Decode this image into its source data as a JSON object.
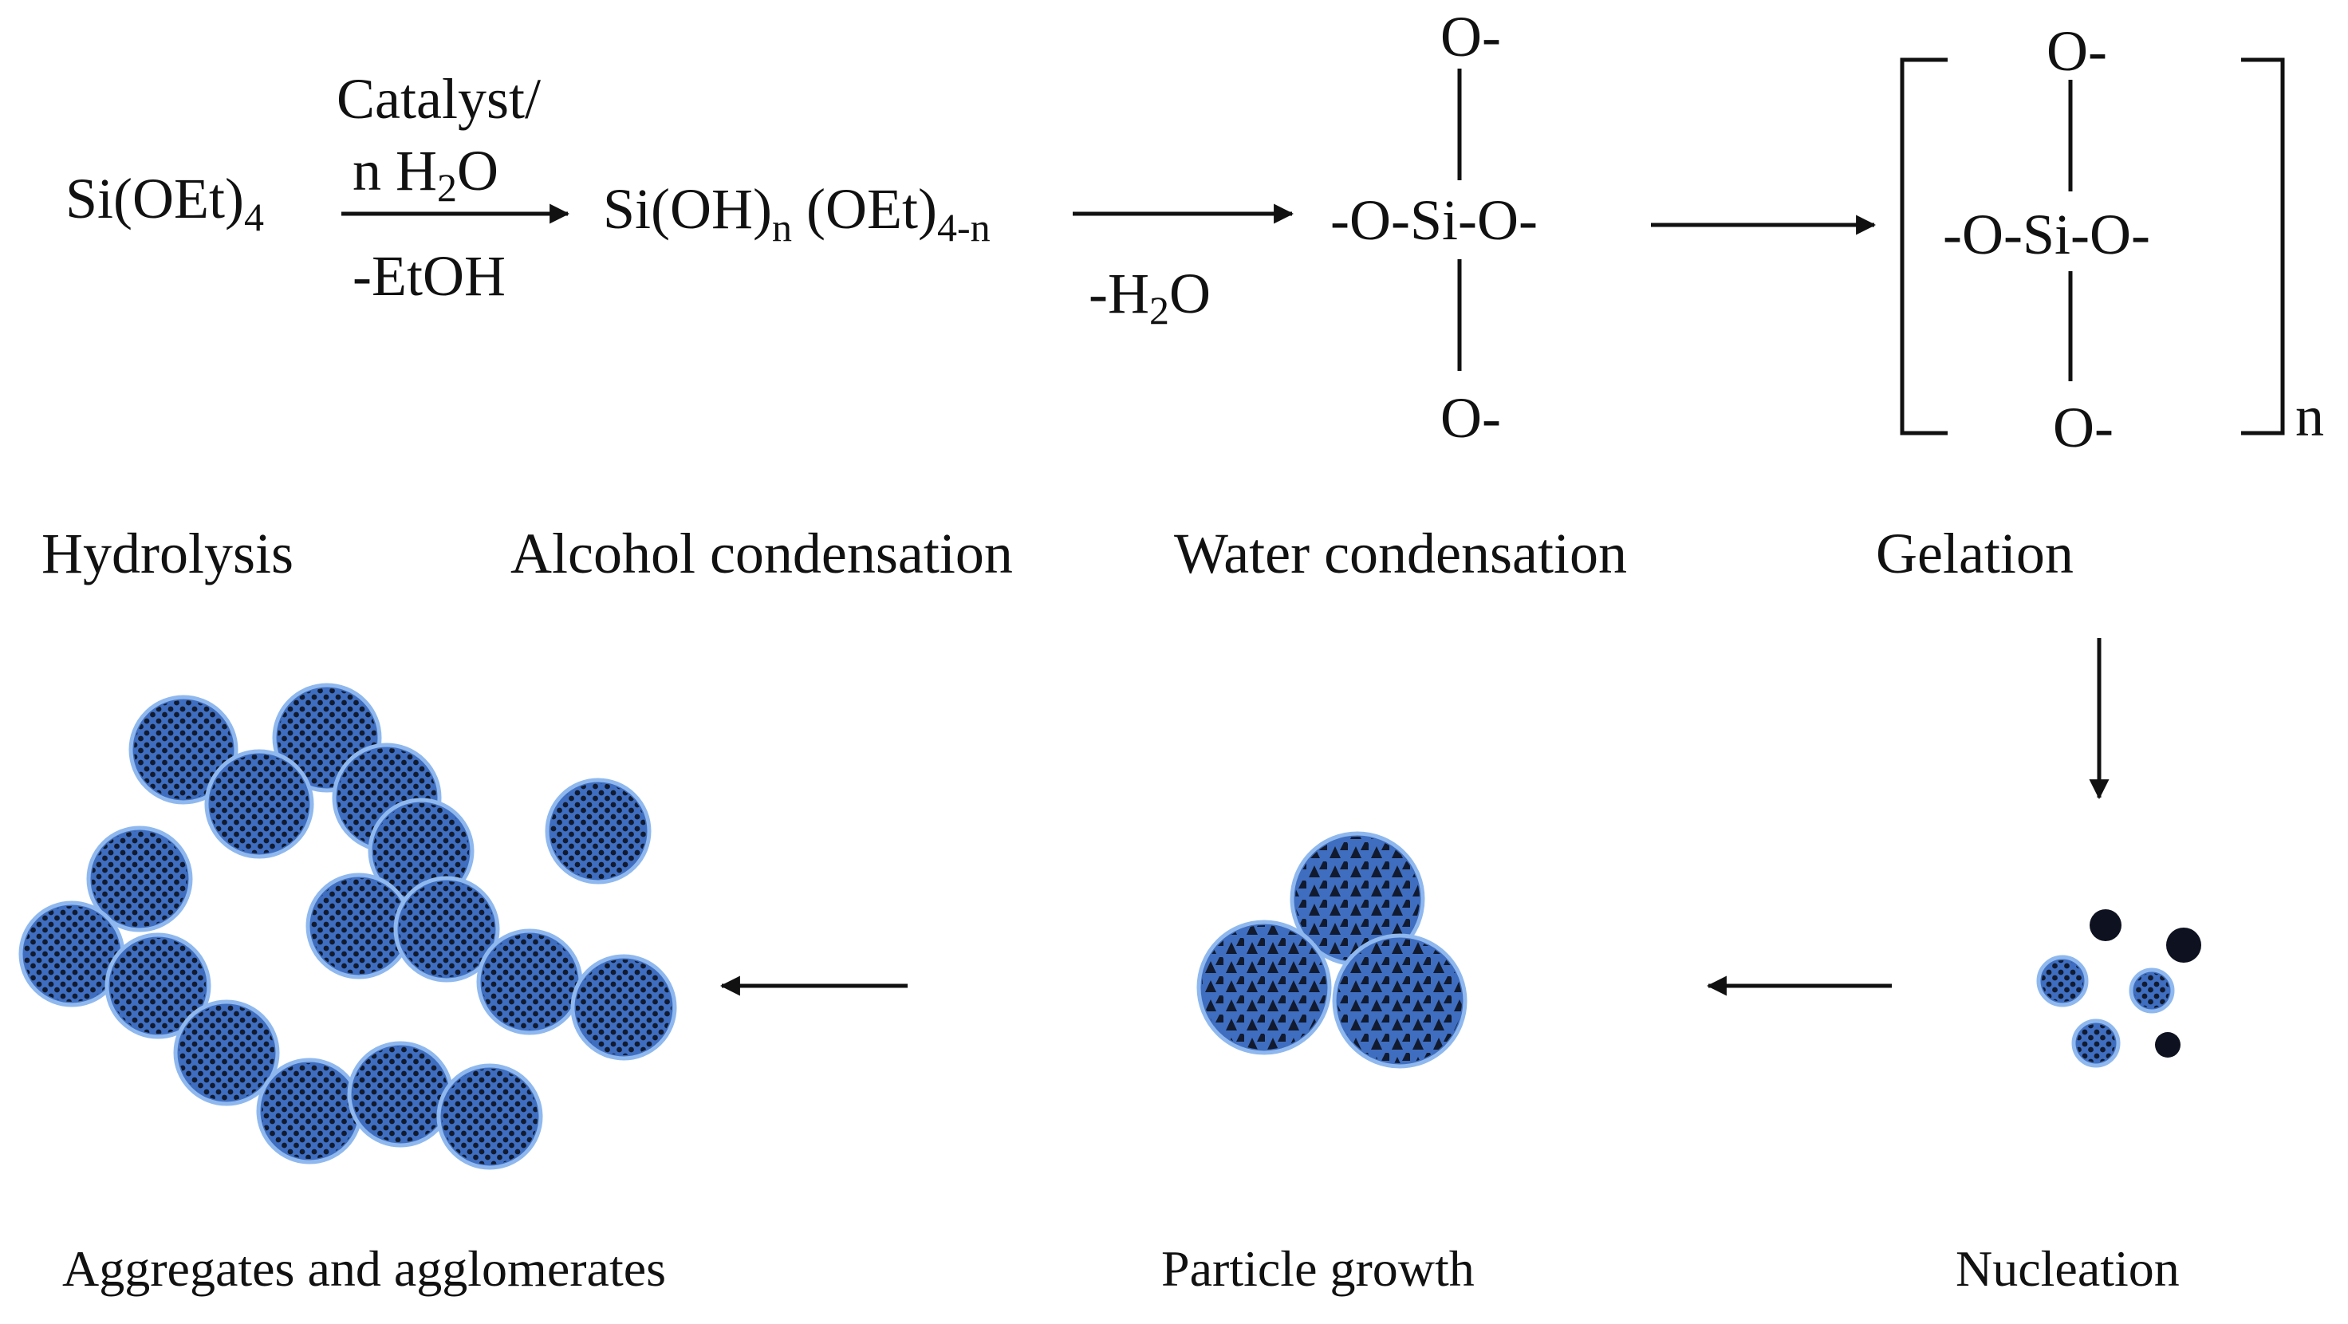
{
  "scheme": {
    "reactant": {
      "main": "Si(OEt)",
      "sub": "4"
    },
    "step1_reagent_top": "Catalyst/",
    "step1_reagent_mid": {
      "pre": "n H",
      "sub": "2",
      "post": "O"
    },
    "step1_reagent_bottom": "-EtOH",
    "intermediate": {
      "a": "Si(OH)",
      "a_sub": "n",
      "b": " (OEt)",
      "b_sub": "4-n"
    },
    "step2_reagent": {
      "pre": "-H",
      "sub": "2",
      "post": "O"
    },
    "monomer": {
      "top": "O-",
      "center": "-O-Si-O-",
      "bottom": "O-"
    },
    "polymer": {
      "top": "O-",
      "center": "-O-Si-O-",
      "bottom": "O-",
      "repeat": "n"
    }
  },
  "stages": {
    "hydrolysis": "Hydrolysis",
    "alcohol_condensation": "Alcohol condensation",
    "water_condensation": "Water condensation",
    "gelation": "Gelation"
  },
  "captions": {
    "aggregates": "Aggregates and agglomerates",
    "particle_growth": "Particle growth",
    "nucleation": "Nucleation"
  },
  "colors": {
    "particle_fill": "#3f6ec0",
    "particle_rim": "#8fb8ee",
    "particle_dots": "#111a2e",
    "nucleus_dark": "#0e1220",
    "line": "#111111"
  }
}
